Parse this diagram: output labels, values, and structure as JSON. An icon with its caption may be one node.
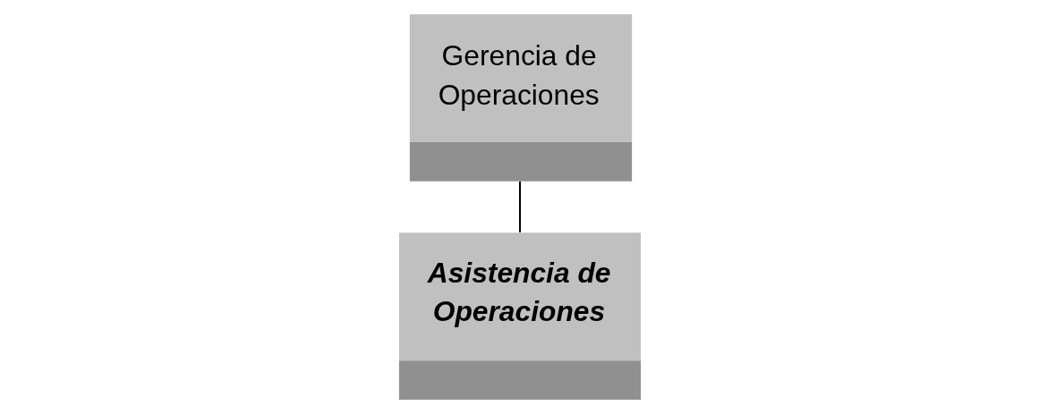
{
  "diagram": {
    "nodes": [
      {
        "text": [
          "Gerencia de Operaciones"
        ]
      },
      {
        "text": [
          "Asistencia de Operaciones"
        ]
      }
    ],
    "edges": [
      {
        "from": 0,
        "to": 1,
        "arrow": "none"
      }
    ]
  }
}
